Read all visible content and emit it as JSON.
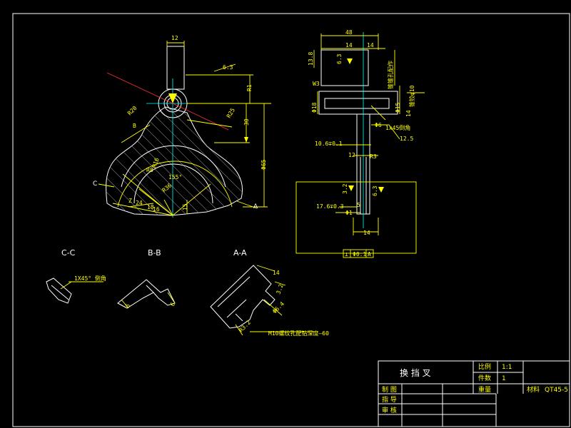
{
  "views": {
    "section_cc": "C-C",
    "section_bb": "B-B",
    "section_aa": "A-A",
    "front_marker_c": "C",
    "front_marker_b": "B",
    "front_marker_a": "A"
  },
  "dims_front": {
    "boss_width": "12",
    "angle_right": "6.3",
    "r1": "R1",
    "dim_30": "30",
    "dim_r25": "R25",
    "dim_phi": "Φ65",
    "dim_r20": "R20",
    "dim_b": "B",
    "dim_r8": "R8",
    "dim_r16": "R16",
    "angle_155": "155°",
    "dim_r36": "R36",
    "dim_15": "15",
    "dim_24": "24",
    "dim_z": "Z",
    "dim_18": "18",
    "dim_16": "16"
  },
  "dims_side": {
    "top_width": "48",
    "left_14": "14",
    "right_14": "14",
    "h_left": "13.8",
    "w3": "W3",
    "phi_left": "Φ18",
    "phi_right": "Φ15",
    "note_right1": "锥锥孔配作",
    "note_right2": "锥铰φ10",
    "right_14b": "14",
    "right_16": "Φ6",
    "chamfer": "1x45倒角",
    "dim_12_5": "12.5",
    "dim_106": "10.6∓0.1",
    "dim_12": "12",
    "dim_r3": "R3",
    "dim_176": "17.6∓0.3",
    "dim_5": "5",
    "dim_phi1": "Φ1",
    "bottom_14": "14",
    "tolerance_symbol": "⊥",
    "tolerance_value": "Φ0.1",
    "tolerance_datum": "A",
    "rough1": "6.3",
    "rough2": "3.2",
    "rough3": "6.3"
  },
  "dims_sections": {
    "cc_note": "1X45° 倒角",
    "bb_dim1": "6",
    "bb_dim2": "6",
    "aa_dim1": "14",
    "aa_dim2": "3.2",
    "aa_dim3": "Φ6.4",
    "aa_dim4": "R3.2",
    "aa_note": "M10螺纹孔配钻深度—60"
  },
  "title_block": {
    "part_name": "换 挡 叉",
    "scale_label": "比例",
    "scale_value": "1:1",
    "qty_label": "件数",
    "qty_value": "1",
    "weight_label": "重量",
    "material_label": "材料",
    "material_value": "QT45-5",
    "drawn_label": "制 图",
    "guide_label": "指 导",
    "review_label": "审 核"
  },
  "colors": {
    "background": "#000000",
    "outline": "#ffffff",
    "dimension": "#ffff00",
    "hatch": "#888888",
    "center": "#00ffff"
  }
}
